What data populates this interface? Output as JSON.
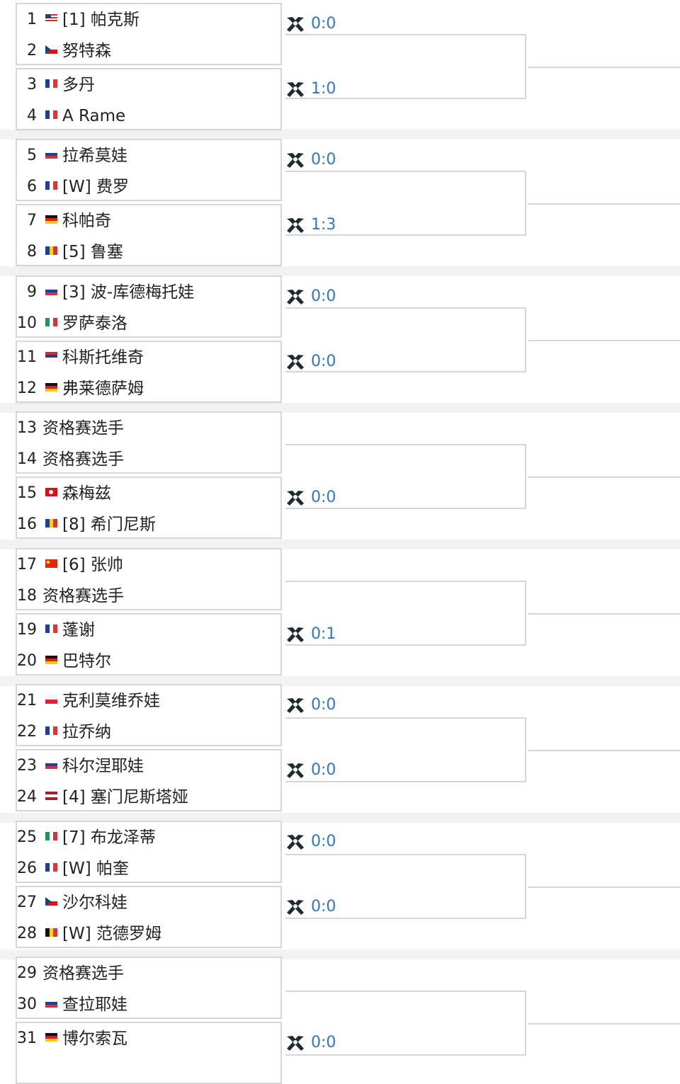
{
  "colors": {
    "score_text": "#2f76c8",
    "name_text": "#222222",
    "divider": "#d5d5d5",
    "band_bg": "#f2f2f4"
  },
  "flags": {
    "usa": "flag-usa",
    "czech": "flag-czech",
    "france": "flag-france",
    "russia": "flag-russia",
    "romania": "flag-romania",
    "italy": "flag-italy",
    "serbia": "flag-serbia",
    "germany": "flag-germany",
    "turkey": "flag-turkey",
    "andorra": "flag-andorra",
    "china": "flag-china",
    "poland": "flag-poland",
    "latvia": "flag-latvia",
    "belgium": "flag-belgium"
  },
  "players": [
    {
      "num": "1",
      "flag": "usa",
      "name": "[1] 帕克斯"
    },
    {
      "num": "2",
      "flag": "czech",
      "name": "努特森"
    },
    {
      "num": "3",
      "flag": "france",
      "name": "多丹"
    },
    {
      "num": "4",
      "flag": "france",
      "name": "A Rame"
    },
    {
      "num": "5",
      "flag": "russia",
      "name": "拉希莫娃"
    },
    {
      "num": "6",
      "flag": "france",
      "name": "[W] 费罗"
    },
    {
      "num": "7",
      "flag": "germany",
      "name": "科帕奇"
    },
    {
      "num": "8",
      "flag": "romania",
      "name": "[5] 鲁塞"
    },
    {
      "num": "9",
      "flag": "russia",
      "name": "[3] 波-库德梅托娃"
    },
    {
      "num": "10",
      "flag": "italy",
      "name": "罗萨泰洛"
    },
    {
      "num": "11",
      "flag": "serbia",
      "name": "科斯托维奇"
    },
    {
      "num": "12",
      "flag": "germany",
      "name": "弗莱德萨姆"
    },
    {
      "num": "13",
      "flag": "",
      "name": "资格赛选手"
    },
    {
      "num": "14",
      "flag": "",
      "name": "资格赛选手"
    },
    {
      "num": "15",
      "flag": "turkey",
      "name": "森梅兹"
    },
    {
      "num": "16",
      "flag": "andorra",
      "name": "[8] 希门尼斯"
    },
    {
      "num": "17",
      "flag": "china",
      "name": "[6] 张帅"
    },
    {
      "num": "18",
      "flag": "",
      "name": "资格赛选手"
    },
    {
      "num": "19",
      "flag": "france",
      "name": "蓬谢"
    },
    {
      "num": "20",
      "flag": "germany",
      "name": "巴特尔"
    },
    {
      "num": "21",
      "flag": "poland",
      "name": "克利莫维乔娃"
    },
    {
      "num": "22",
      "flag": "france",
      "name": "拉乔纳"
    },
    {
      "num": "23",
      "flag": "russia",
      "name": "科尔涅耶娃"
    },
    {
      "num": "24",
      "flag": "latvia",
      "name": "[4] 塞门尼斯塔娅"
    },
    {
      "num": "25",
      "flag": "italy",
      "name": "[7] 布龙泽蒂"
    },
    {
      "num": "26",
      "flag": "france",
      "name": "[W] 帕奎"
    },
    {
      "num": "27",
      "flag": "czech",
      "name": "沙尔科娃"
    },
    {
      "num": "28",
      "flag": "belgium",
      "name": "[W] 范德罗姆"
    },
    {
      "num": "29",
      "flag": "",
      "name": "资格赛选手"
    },
    {
      "num": "30",
      "flag": "russia",
      "name": "查拉耶娃"
    },
    {
      "num": "31",
      "flag": "germany",
      "name": "博尔索瓦"
    }
  ],
  "scores": [
    {
      "match": 1,
      "text": "0:0"
    },
    {
      "match": 2,
      "text": "1:0"
    },
    {
      "match": 3,
      "text": "0:0"
    },
    {
      "match": 4,
      "text": "1:3"
    },
    {
      "match": 5,
      "text": "0:0"
    },
    {
      "match": 6,
      "text": "0:0"
    },
    {
      "match": 8,
      "text": "0:0"
    },
    {
      "match": 10,
      "text": "0:1"
    },
    {
      "match": 11,
      "text": "0:0"
    },
    {
      "match": 12,
      "text": "0:0"
    },
    {
      "match": 13,
      "text": "0:0"
    },
    {
      "match": 14,
      "text": "0:0"
    },
    {
      "match": 16,
      "text": "0:0"
    }
  ]
}
